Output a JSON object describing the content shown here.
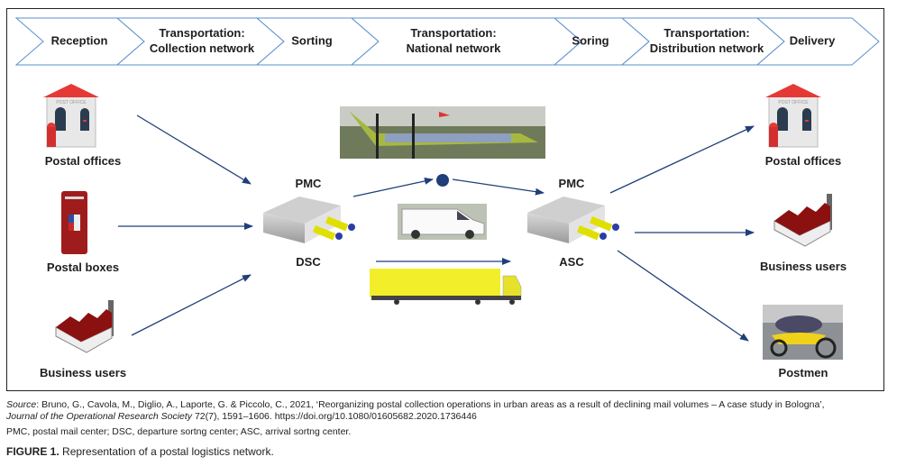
{
  "stages": [
    {
      "label_lines": [
        "Reception"
      ]
    },
    {
      "label_lines": [
        "Transportation:",
        "Collection network"
      ]
    },
    {
      "label_lines": [
        "Sorting"
      ]
    },
    {
      "label_lines": [
        "Transportation:",
        "National network"
      ]
    },
    {
      "label_lines": [
        "Soring"
      ]
    },
    {
      "label_lines": [
        "Transportation:",
        "Distribution network"
      ]
    },
    {
      "label_lines": [
        "Delivery"
      ]
    }
  ],
  "origins": [
    {
      "label": "Postal offices",
      "icon": "post-office-icon"
    },
    {
      "label": "Postal boxes",
      "icon": "postal-box-icon"
    },
    {
      "label": "Business users",
      "icon": "factory-icon"
    }
  ],
  "departure_center": {
    "top_label": "PMC",
    "bottom_label": "DSC",
    "icon": "sorting-center-icon"
  },
  "arrival_center": {
    "top_label": "PMC",
    "bottom_label": "ASC",
    "icon": "sorting-center-icon"
  },
  "transport_modes": [
    {
      "name": "airplane",
      "icon": "airplane-icon"
    },
    {
      "name": "van",
      "icon": "van-icon"
    },
    {
      "name": "truck",
      "icon": "truck-icon"
    }
  ],
  "destinations": [
    {
      "label": "Postal offices",
      "icon": "post-office-icon"
    },
    {
      "label": "Business users",
      "icon": "factory-icon"
    },
    {
      "label": "Postmen",
      "icon": "scooter-icon"
    }
  ],
  "colors": {
    "arrow": "#1f3f7a",
    "chevron_stroke": "#5b8fd0",
    "hub_dot": "#1f3f7a"
  },
  "caption": {
    "source_prefix": "Source",
    "source_text": ": Bruno, G., Cavola, M., Diglio, A., Laporte, G. & Piccolo, C., 2021, ‘Reorganizing postal collection operations in urban areas as a result of declining mail volumes – A case study in Bologna’,",
    "journal": "Journal of the Operational Research Society",
    "journal_rest": " 72(7), 1591–1606. https://doi.org/10.1080/01605682.2020.1736446",
    "abbreviations": "PMC, postal mail center; DSC, departure sortng center; ASC, arrival sortng center.",
    "figure_number": "FIGURE 1.",
    "figure_title": " Representation of a postal logistics network."
  }
}
